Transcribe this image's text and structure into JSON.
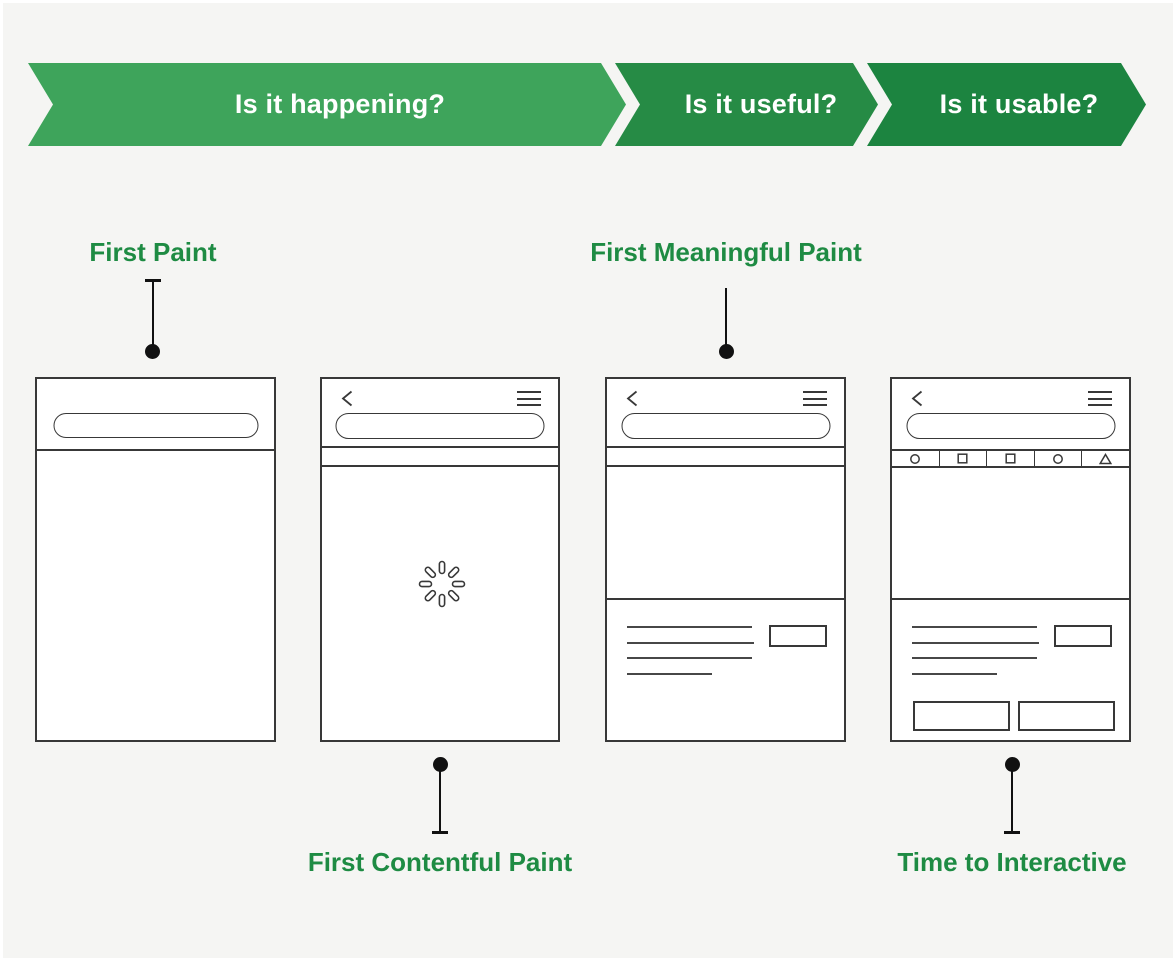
{
  "colors": {
    "bg": "#f5f5f3",
    "seg1": "#3ea45b",
    "seg2": "#268b45",
    "seg3": "#1c8440",
    "banner_text": "#ffffff",
    "green_label": "#1e8b43",
    "ink": "#383838",
    "connector": "#111111"
  },
  "banner": {
    "segments": [
      {
        "label": "Is it happening?"
      },
      {
        "label": "Is it useful?"
      },
      {
        "label": "Is it usable?"
      }
    ]
  },
  "metrics": {
    "first_paint": "First Paint",
    "first_meaningful_paint": "First Meaningful Paint",
    "first_contentful_paint": "First Contentful Paint",
    "time_to_interactive": "Time to Interactive"
  },
  "phones": [
    {
      "stage": "first-paint",
      "elements": [
        "url-bar"
      ]
    },
    {
      "stage": "first-contentful-paint",
      "elements": [
        "back-icon",
        "menu-icon",
        "url-bar",
        "spinner-icon"
      ]
    },
    {
      "stage": "first-meaningful-paint",
      "elements": [
        "back-icon",
        "menu-icon",
        "url-bar",
        "text-lines",
        "button-placeholder"
      ]
    },
    {
      "stage": "time-to-interactive",
      "elements": [
        "back-icon",
        "menu-icon",
        "url-bar",
        "tab-icons",
        "text-lines",
        "button-placeholders"
      ],
      "tab_icons": [
        "circle",
        "square",
        "square",
        "circle",
        "triangle"
      ]
    }
  ]
}
